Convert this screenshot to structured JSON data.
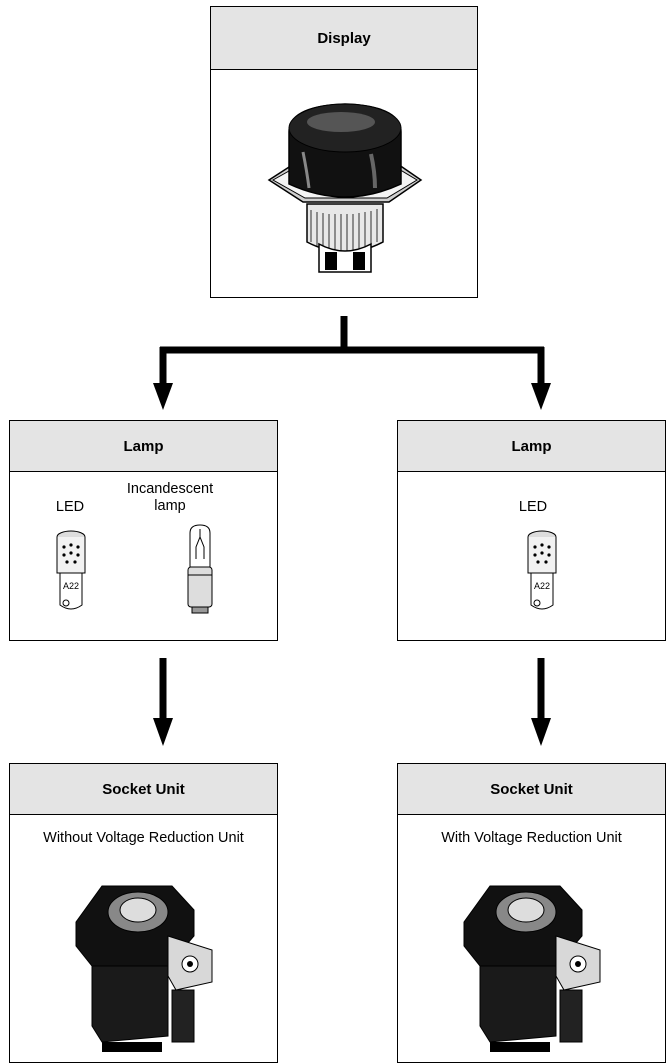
{
  "display": {
    "title": "Display"
  },
  "lamp_left": {
    "title": "Lamp",
    "led_label": "LED",
    "incandescent_label": "Incandescent lamp",
    "incandescent_line1": "Incandescent",
    "incandescent_line2": "lamp",
    "led_marking": "A22"
  },
  "lamp_right": {
    "title": "Lamp",
    "led_label": "LED",
    "led_marking": "A22"
  },
  "socket_left": {
    "title": "Socket Unit",
    "caption": "Without Voltage Reduction Unit"
  },
  "socket_right": {
    "title": "Socket Unit",
    "caption": "With Voltage Reduction Unit"
  }
}
